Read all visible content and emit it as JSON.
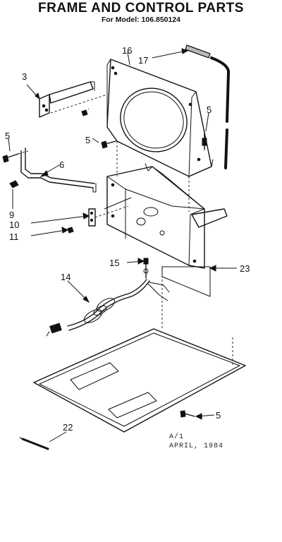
{
  "header": {
    "title": "FRAME AND CONTROL PARTS",
    "subtitle": "For Model: 106.850124"
  },
  "callouts": {
    "c3": "3",
    "c5a": "5",
    "c5b": "5",
    "c5c": "5",
    "c5d": "5",
    "c6": "6",
    "c9": "9",
    "c10": "10",
    "c11": "11",
    "c14": "14",
    "c15": "15",
    "c16": "16",
    "c17": "17",
    "c22": "22",
    "c23": "23"
  },
  "footer": {
    "code": "A/1",
    "date": "APRIL, 1984"
  }
}
